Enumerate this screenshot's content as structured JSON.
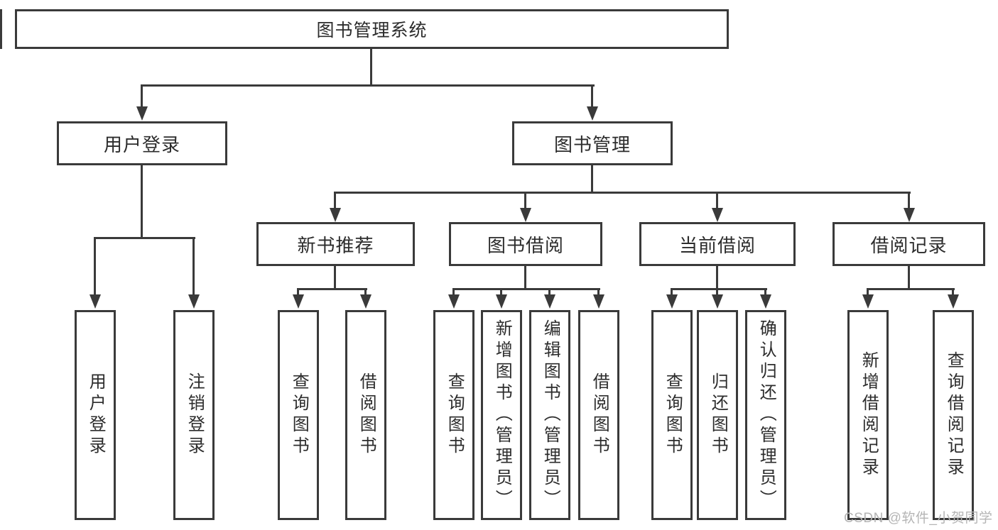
{
  "diagram": {
    "title": "图书管理系统",
    "root": {
      "label": "图书管理系统"
    },
    "level2": [
      {
        "label": "用户登录"
      },
      {
        "label": "图书管理"
      }
    ],
    "level3": [
      {
        "label": "新书推荐"
      },
      {
        "label": "图书借阅"
      },
      {
        "label": "当前借阅"
      },
      {
        "label": "借阅记录"
      }
    ],
    "leaves": [
      {
        "label": "用户登录"
      },
      {
        "label": "注销登录"
      },
      {
        "label": "查询图书"
      },
      {
        "label": "借阅图书"
      },
      {
        "label": "查询图书"
      },
      {
        "label": "新增图书（管理员）"
      },
      {
        "label": "编辑图书（管理员）"
      },
      {
        "label": "借阅图书"
      },
      {
        "label": "查询图书"
      },
      {
        "label": "归还图书"
      },
      {
        "label": "确认归还（管理员）"
      },
      {
        "label": "新增借阅记录"
      },
      {
        "label": "查询借阅记录"
      }
    ],
    "edges": [
      {
        "from": "图书管理系统",
        "to": "用户登录"
      },
      {
        "from": "图书管理系统",
        "to": "图书管理"
      },
      {
        "from": "用户登录",
        "to": "用户登录"
      },
      {
        "from": "用户登录",
        "to": "注销登录"
      },
      {
        "from": "图书管理",
        "to": "新书推荐"
      },
      {
        "from": "图书管理",
        "to": "图书借阅"
      },
      {
        "from": "图书管理",
        "to": "当前借阅"
      },
      {
        "from": "图书管理",
        "to": "借阅记录"
      },
      {
        "from": "新书推荐",
        "to": "查询图书"
      },
      {
        "from": "新书推荐",
        "to": "借阅图书"
      },
      {
        "from": "图书借阅",
        "to": "查询图书"
      },
      {
        "from": "图书借阅",
        "to": "新增图书（管理员）"
      },
      {
        "from": "图书借阅",
        "to": "编辑图书（管理员）"
      },
      {
        "from": "图书借阅",
        "to": "借阅图书"
      },
      {
        "from": "当前借阅",
        "to": "查询图书"
      },
      {
        "from": "当前借阅",
        "to": "归还图书"
      },
      {
        "from": "当前借阅",
        "to": "确认归还（管理员）"
      },
      {
        "from": "借阅记录",
        "to": "新增借阅记录"
      },
      {
        "from": "借阅记录",
        "to": "查询借阅记录"
      }
    ]
  },
  "watermark": {
    "text": "CSDN @软件_小贺同学"
  },
  "colors": {
    "line": "#3a3a3a",
    "box_border": "#3a3a3a",
    "text": "#2c2c2c",
    "watermark": "#b5b5b5",
    "background": "#ffffff"
  }
}
